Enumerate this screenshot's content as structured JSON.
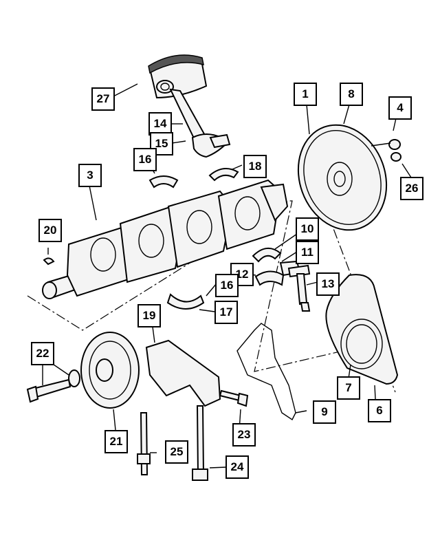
{
  "diagram": {
    "callouts": [
      {
        "id": "c1",
        "label": "1"
      },
      {
        "id": "c3",
        "label": "3"
      },
      {
        "id": "c4",
        "label": "4"
      },
      {
        "id": "c6",
        "label": "6"
      },
      {
        "id": "c7",
        "label": "7"
      },
      {
        "id": "c8",
        "label": "8"
      },
      {
        "id": "c9",
        "label": "9"
      },
      {
        "id": "c10",
        "label": "10"
      },
      {
        "id": "c11",
        "label": "11"
      },
      {
        "id": "c12",
        "label": "12"
      },
      {
        "id": "c13",
        "label": "13"
      },
      {
        "id": "c14",
        "label": "14"
      },
      {
        "id": "c15",
        "label": "15"
      },
      {
        "id": "c16a",
        "label": "16"
      },
      {
        "id": "c16b",
        "label": "16"
      },
      {
        "id": "c17",
        "label": "17"
      },
      {
        "id": "c18",
        "label": "18"
      },
      {
        "id": "c19",
        "label": "19"
      },
      {
        "id": "c20",
        "label": "20"
      },
      {
        "id": "c21",
        "label": "21"
      },
      {
        "id": "c22",
        "label": "22"
      },
      {
        "id": "c23",
        "label": "23"
      },
      {
        "id": "c24",
        "label": "24"
      },
      {
        "id": "c25",
        "label": "25"
      },
      {
        "id": "c26",
        "label": "26"
      },
      {
        "id": "c27",
        "label": "27"
      }
    ]
  }
}
